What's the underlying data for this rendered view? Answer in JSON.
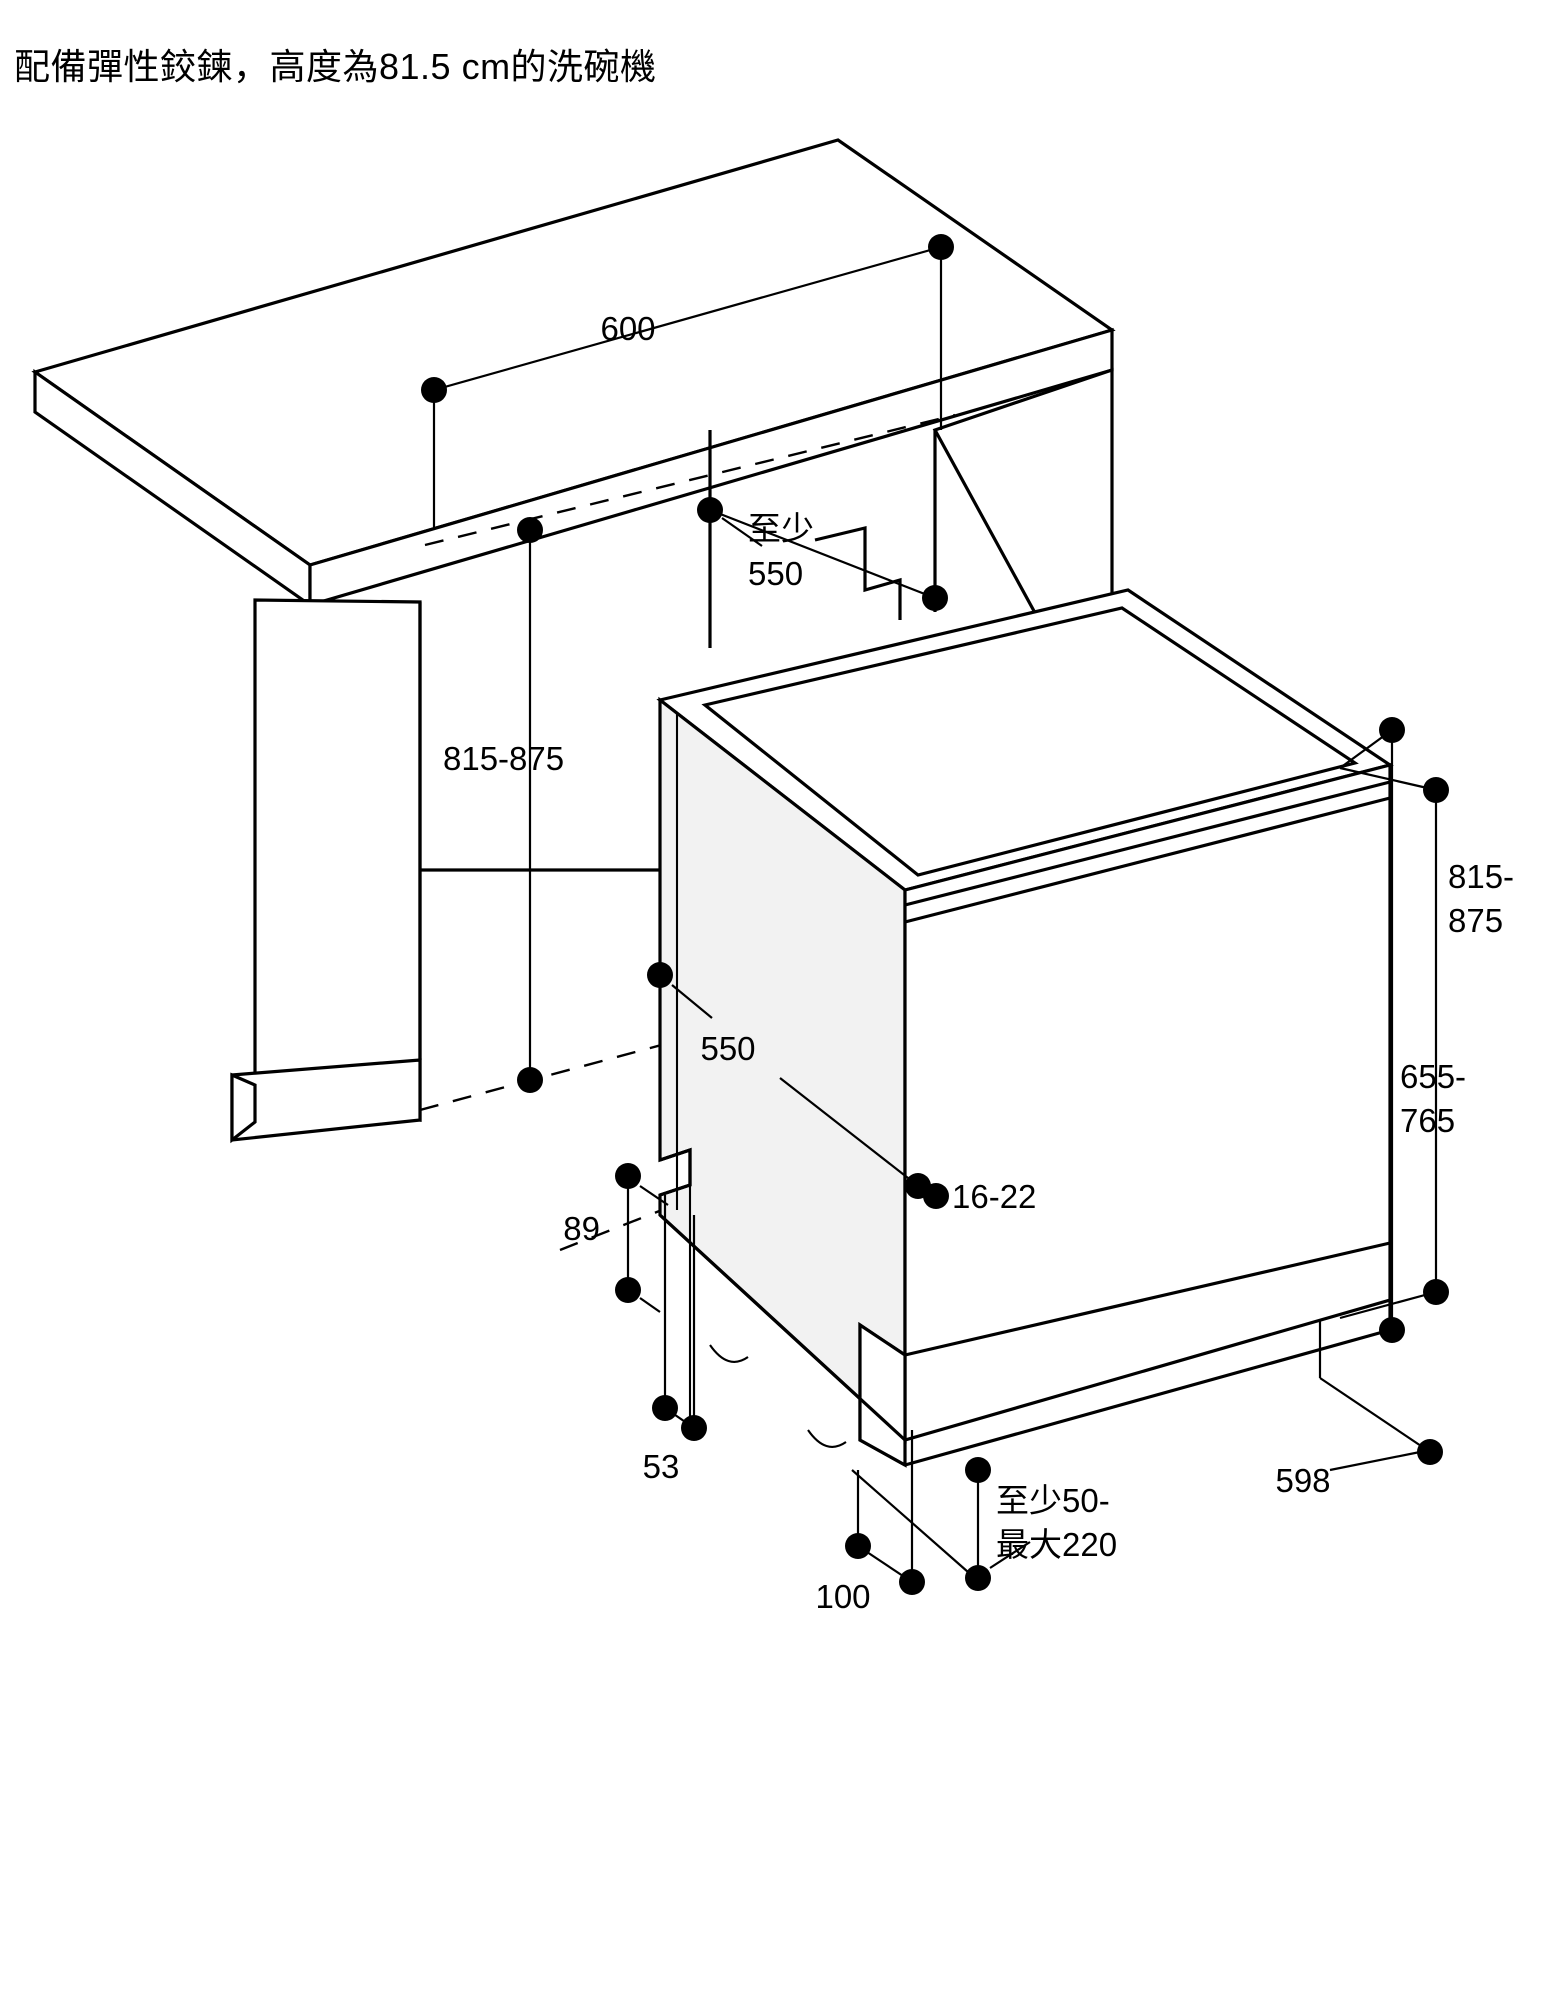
{
  "title": "配備彈性鉸鍊，高度為81.5 cm的洗碗機",
  "diagram": {
    "type": "installation-dimension-drawing",
    "subject": "built-in dishwasher niche installation with flexible hinge, 81.5 cm height",
    "units": "mm",
    "accent_color": "#000000",
    "fill_color": "#f2f2f2",
    "background_color": "#ffffff"
  },
  "dimensions": {
    "worktop_depth": "600",
    "niche_depth_min": "至少\n550",
    "niche_depth_min_line1": "至少",
    "niche_depth_min_line2": "550",
    "niche_height_left": "815-875",
    "appliance_height_right_line1": "815-",
    "appliance_height_right_line2": "875",
    "door_height_right_line1": "655-",
    "door_height_right_line2": "765",
    "appliance_depth": "550",
    "door_panel_thickness": "16-22",
    "plinth_height": "89",
    "plinth_recess": "53",
    "niche_width": "598",
    "service_area_line1": "至少50-",
    "service_area_line2": "最大220",
    "base_depth": "100"
  },
  "labels": [
    {
      "id": "dim-600",
      "text": "600"
    },
    {
      "id": "dim-atleast-550-l1",
      "text": "至少"
    },
    {
      "id": "dim-atleast-550-l2",
      "text": "550"
    },
    {
      "id": "dim-815-875-left",
      "text": "815-875"
    },
    {
      "id": "dim-815-875-right-l1",
      "text": "815-"
    },
    {
      "id": "dim-815-875-right-l2",
      "text": "875"
    },
    {
      "id": "dim-655-765-l1",
      "text": "655-"
    },
    {
      "id": "dim-655-765-l2",
      "text": "765"
    },
    {
      "id": "dim-550",
      "text": "550"
    },
    {
      "id": "dim-16-22",
      "text": "16-22"
    },
    {
      "id": "dim-89",
      "text": "89"
    },
    {
      "id": "dim-53",
      "text": "53"
    },
    {
      "id": "dim-598",
      "text": "598"
    },
    {
      "id": "dim-atleast-50-max-220-l1",
      "text": "至少50-"
    },
    {
      "id": "dim-atleast-50-max-220-l2",
      "text": "最大220"
    },
    {
      "id": "dim-100",
      "text": "100"
    }
  ]
}
